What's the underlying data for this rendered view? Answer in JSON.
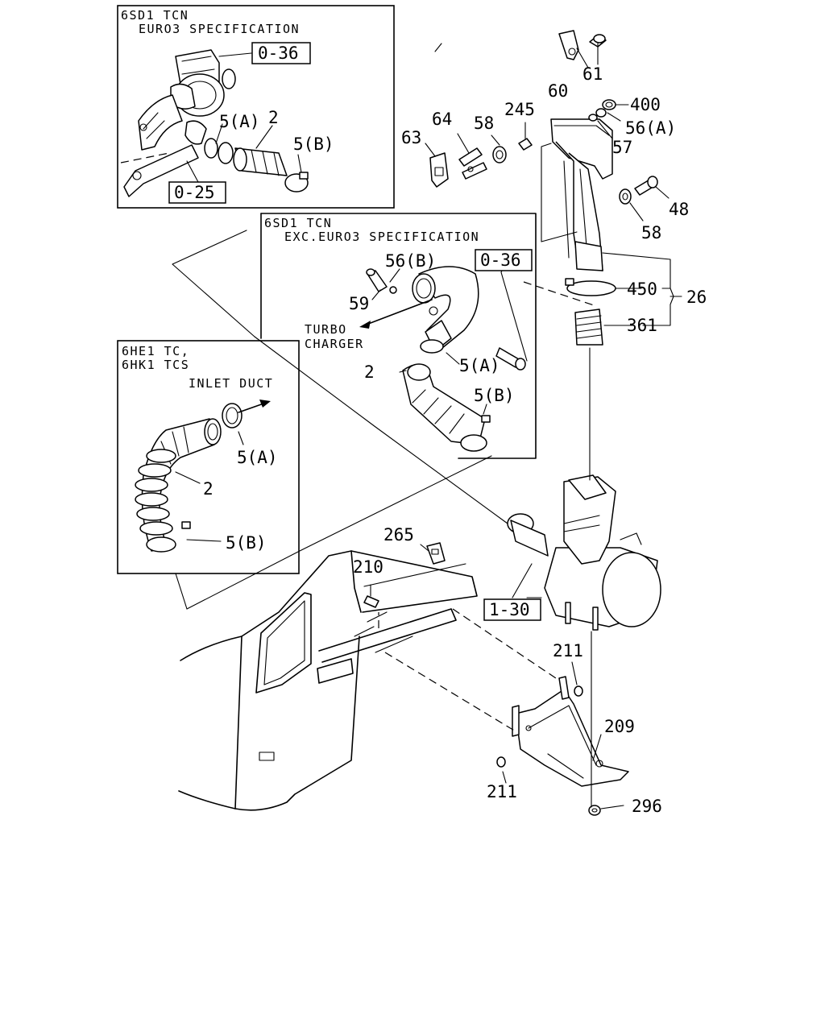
{
  "insets": {
    "euro3": {
      "line1": "6SD1 TCN",
      "line2": "EURO3 SPECIFICATION"
    },
    "exc_euro3": {
      "line1": "6SD1 TCN",
      "line2": "EXC.EURO3 SPECIFICATION"
    },
    "hk1": {
      "line1": "6HE1 TC,",
      "line2": "6HK1 TCS"
    }
  },
  "notes": {
    "inlet_duct": "INLET DUCT",
    "turbo_l1": "TURBO",
    "turbo_l2": "CHARGER"
  },
  "refs": {
    "ref_036_top": "0-36",
    "ref_025": "0-25",
    "ref_036_mid": "0-36",
    "ref_130": "1-30"
  },
  "callouts": {
    "c_60": "60",
    "c_61": "61",
    "c_400": "400",
    "c_56a_top": "56(A)",
    "c_57": "57",
    "c_245": "245",
    "c_58_top": "58",
    "c_64": "64",
    "c_63": "63",
    "c_48": "48",
    "c_58_right": "58",
    "c_450": "450",
    "c_26": "26",
    "c_361": "361",
    "c_5a_euro3": "5(A)",
    "c_2_euro3": "2",
    "c_5b_euro3": "5(B)",
    "c_56b": "56(B)",
    "c_59": "59",
    "c_5a_exc": "5(A)",
    "c_2_exc": "2",
    "c_5b_exc": "5(B)",
    "c_5a_hk1": "5(A)",
    "c_2_hk1": "2",
    "c_5b_hk1": "5(B)",
    "c_265": "265",
    "c_210": "210",
    "c_211_top": "211",
    "c_209": "209",
    "c_211_bottom": "211",
    "c_296": "296"
  }
}
